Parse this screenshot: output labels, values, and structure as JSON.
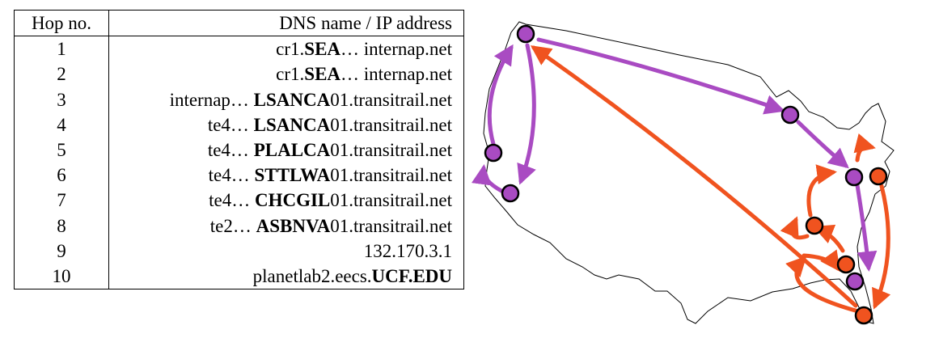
{
  "table": {
    "headers": [
      "Hop no.",
      "DNS name / IP address"
    ],
    "rows": [
      {
        "hop": "1",
        "pre": "cr1.",
        "bold": "SEA",
        "post": "… internap.net"
      },
      {
        "hop": "2",
        "pre": "cr1.",
        "bold": "SEA",
        "post": "… internap.net"
      },
      {
        "hop": "3",
        "pre": "internap… ",
        "bold": "LSANCA",
        "post": "01.transitrail.net"
      },
      {
        "hop": "4",
        "pre": "te4… ",
        "bold": "LSANCA",
        "post": "01.transitrail.net"
      },
      {
        "hop": "5",
        "pre": "te4… ",
        "bold": "PLALCA",
        "post": "01.transitrail.net"
      },
      {
        "hop": "6",
        "pre": "te4… ",
        "bold": "STTLWA",
        "post": "01.transitrail.net"
      },
      {
        "hop": "7",
        "pre": "te4… ",
        "bold": "CHCGIL",
        "post": "01.transitrail.net"
      },
      {
        "hop": "8",
        "pre": "te2… ",
        "bold": "ASBNVA",
        "post": "01.transitrail.net"
      },
      {
        "hop": "9",
        "pre": "132.170.3.1",
        "bold": "",
        "post": ""
      },
      {
        "hop": "10",
        "pre": "planetlab2.eecs.",
        "bold": "UCF.EDU",
        "post": ""
      }
    ]
  },
  "map": {
    "colors": {
      "purple_route": "#a94bc2",
      "orange_route": "#f0531f",
      "outline": "#000000"
    }
  }
}
